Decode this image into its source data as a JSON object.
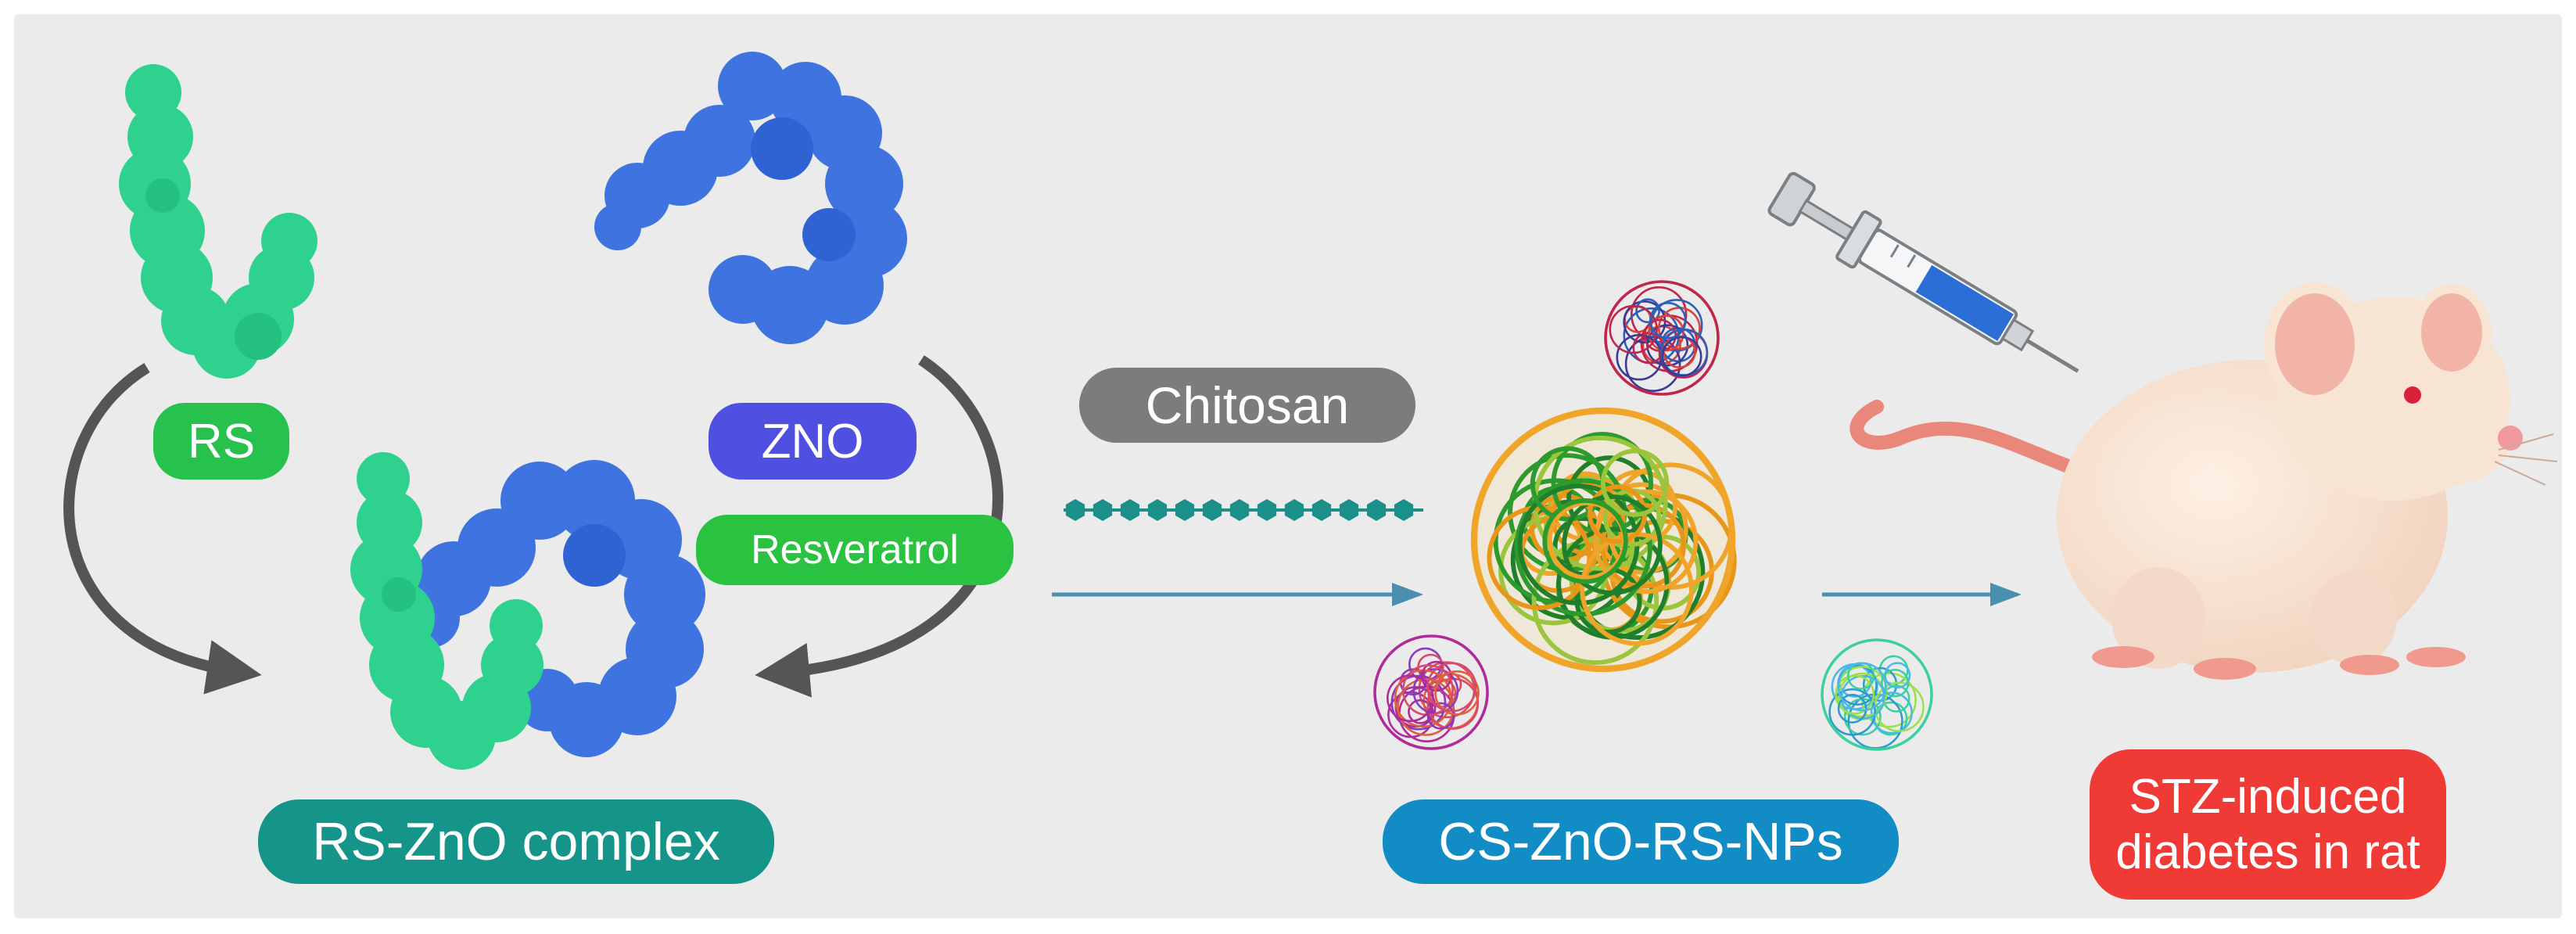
{
  "labels": {
    "rs": "RS",
    "zno": "ZNO",
    "resveratrol": "Resveratrol",
    "chitosan": "Chitosan",
    "rs_zno_complex": "RS-ZnO complex",
    "cs_zno_rs_nps": "CS-ZnO-RS-NPs",
    "stz_line1": "STZ-induced",
    "stz_line2": "diabetes in rat"
  },
  "colors": {
    "background": "#ebebeb",
    "rs_green": "#2ed18d",
    "zno_blue": "#3f74e0",
    "arrow_gray": "#555555",
    "flow_arrow": "#4a8fb0",
    "chitosan_chain": "#1b8f8a"
  }
}
